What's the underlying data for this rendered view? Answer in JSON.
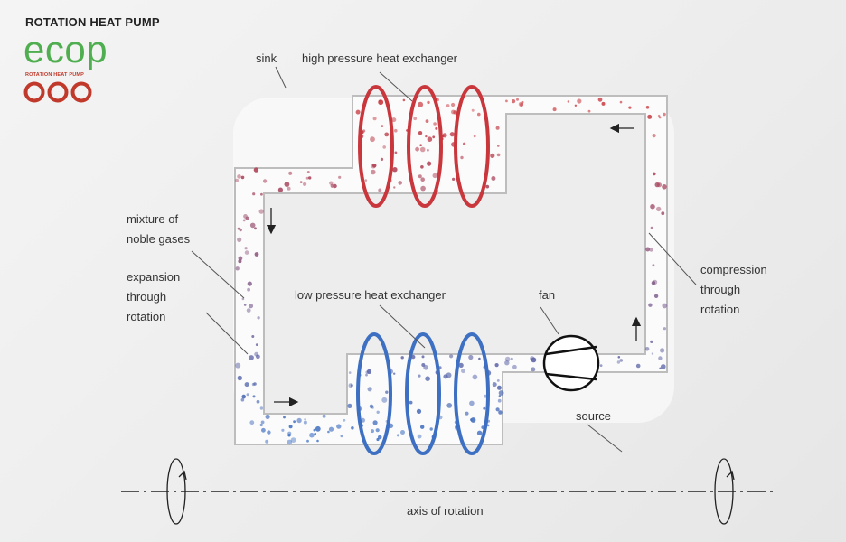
{
  "header": {
    "title": "ROTATION HEAT PUMP"
  },
  "logo": {
    "word": "ecop",
    "tagline": "ROTATION HEAT PUMP"
  },
  "labels": {
    "sink": "sink",
    "high_pressure_heat_exchanger": "high pressure heat exchanger",
    "mixture_line1": "mixture of",
    "mixture_line2": "noble gases",
    "expansion_line1": "expansion",
    "expansion_line2": "through",
    "expansion_line3": "rotation",
    "low_pressure_heat_exchanger": "low pressure heat exchanger",
    "fan": "fan",
    "compression_line1": "compression",
    "compression_line2": "through",
    "compression_line3": "rotation",
    "source": "source",
    "axis_of_rotation": "axis of rotation"
  },
  "colors": {
    "hot": "#c9373d",
    "cold": "#3d6fc2",
    "logo_green": "#4fae4f",
    "logo_red": "#c0392b",
    "pipe_border": "#bdbdbd",
    "pipe_fill": "#fbfbfb"
  }
}
